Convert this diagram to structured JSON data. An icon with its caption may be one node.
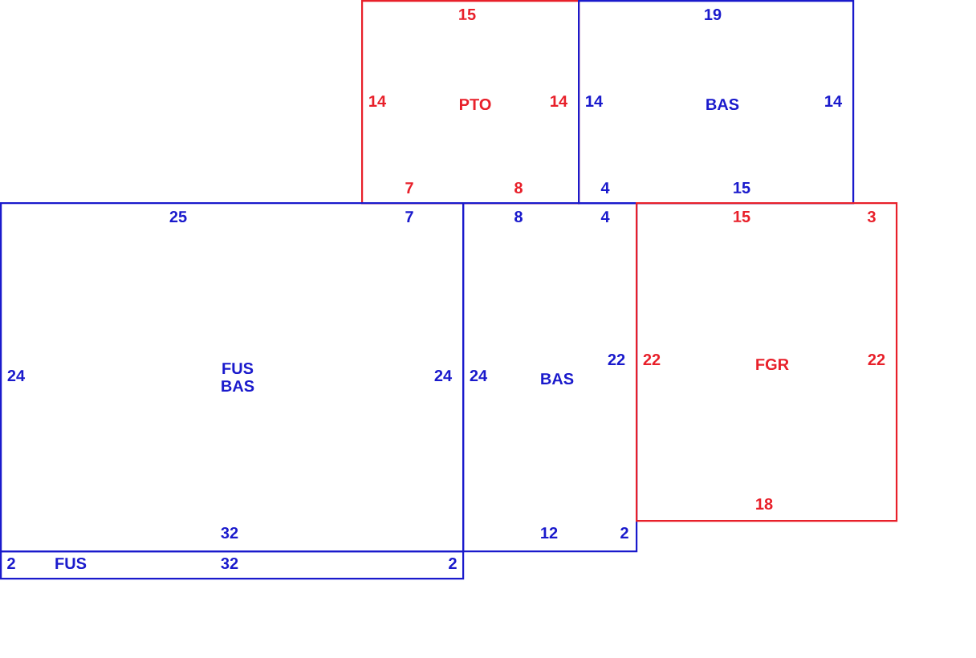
{
  "diagram": {
    "nodes": [
      {
        "text": [
          "PTO"
        ]
      },
      {
        "text": [
          "BAS"
        ]
      },
      {
        "text": [
          "FUS BAS"
        ]
      },
      {
        "text": [
          "BAS"
        ]
      },
      {
        "text": [
          "FGR"
        ]
      },
      {
        "text": [
          "FUS"
        ]
      }
    ],
    "labels": [
      "15",
      "19",
      "14",
      "14",
      "14",
      "14",
      "7",
      "8",
      "4",
      "15",
      "25",
      "7",
      "8",
      "4",
      "15",
      "3",
      "22",
      "22",
      "22",
      "24",
      "24",
      "24",
      "18",
      "32",
      "12",
      "2",
      "2",
      "32",
      "2"
    ]
  }
}
